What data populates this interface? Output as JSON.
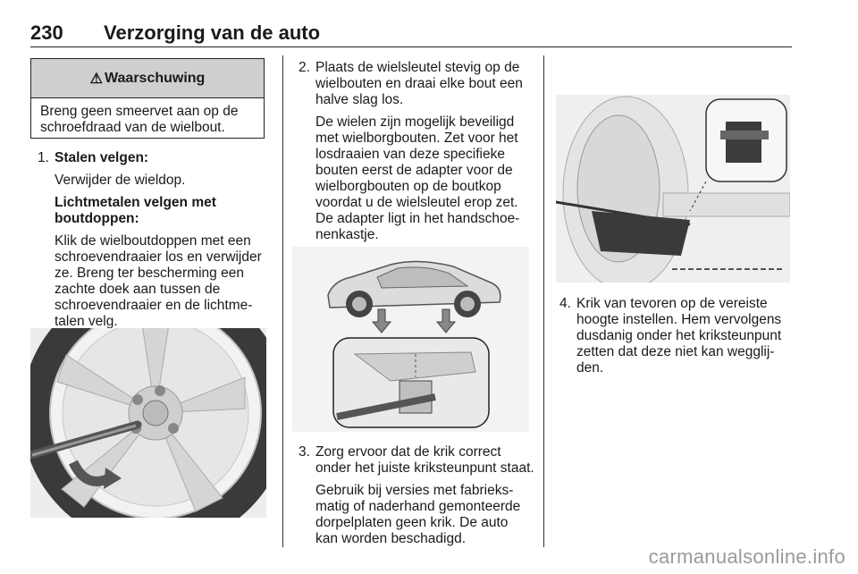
{
  "header": {
    "page_number": "230",
    "title": "Verzorging van de auto"
  },
  "warning": {
    "title": "Waarschuwing",
    "text": "Breng geen smeervet aan op de schroefdraad van de wielbout."
  },
  "steps": [
    {
      "number": "1.",
      "heading": "Stalen velgen:",
      "line1": "Verwijder de wieldop.",
      "subheading": "Lichtmetalen velgen met boutdoppen:",
      "text": "Klik de wielboutdoppen met een schroevendraaier los en verwijder ze. Breng ter bescherming een zachte doek aan tussen de schroevendraaier en de lichtme-talen velg."
    },
    {
      "number": "2.",
      "text": "Plaats de wielsleutel stevig op de wielbouten en draai elke bout een halve slag los.",
      "text2": "De wielen zijn mogelijk beveiligd met wielborgbouten. Zet voor het losdraaien van deze specifieke bouten eerst de adapter voor de wielborgbouten op de boutkop voordat u de wielsleutel erop zet. De adapter ligt in het handschoe-nenkastje."
    },
    {
      "number": "3.",
      "text": "Zorg ervoor dat de krik correct onder het juiste kriksteunpunt staat.",
      "text2": "Gebruik bij versies met fabrieks-matig of naderhand gemonteerde dorpelplaten geen krik. De auto kan worden beschadigd."
    },
    {
      "number": "4.",
      "text": "Krik van tevoren op de vereiste hoogte instellen. Hem vervolgens dusdanig onder het kriksteunpunt zetten dat deze niet kan wegglij-den."
    }
  ],
  "watermark": "carmanualsonline.info",
  "icons": {
    "warning": "warning-triangle-icon"
  }
}
